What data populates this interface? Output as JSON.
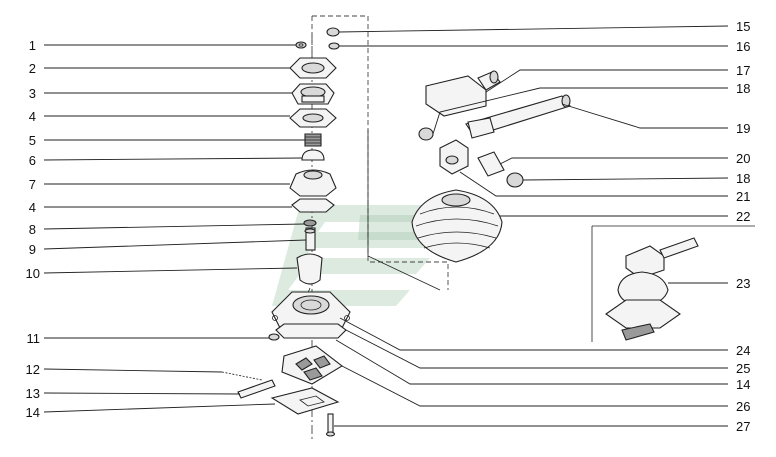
{
  "diagram": {
    "left_labels": [
      {
        "id": "l1",
        "text": "1"
      },
      {
        "id": "l2",
        "text": "2"
      },
      {
        "id": "l3",
        "text": "3"
      },
      {
        "id": "l4a",
        "text": "4"
      },
      {
        "id": "l5",
        "text": "5"
      },
      {
        "id": "l6",
        "text": "6"
      },
      {
        "id": "l7",
        "text": "7"
      },
      {
        "id": "l4b",
        "text": "4"
      },
      {
        "id": "l8",
        "text": "8"
      },
      {
        "id": "l9",
        "text": "9"
      },
      {
        "id": "l10",
        "text": "10"
      },
      {
        "id": "l11",
        "text": "11"
      },
      {
        "id": "l12",
        "text": "12"
      },
      {
        "id": "l13",
        "text": "13"
      },
      {
        "id": "l14a",
        "text": "14"
      }
    ],
    "right_labels": [
      {
        "id": "r15",
        "text": "15"
      },
      {
        "id": "r16",
        "text": "16"
      },
      {
        "id": "r17",
        "text": "17"
      },
      {
        "id": "r18a",
        "text": "18"
      },
      {
        "id": "r19",
        "text": "19"
      },
      {
        "id": "r20",
        "text": "20"
      },
      {
        "id": "r18b",
        "text": "18"
      },
      {
        "id": "r21",
        "text": "21"
      },
      {
        "id": "r22",
        "text": "22"
      },
      {
        "id": "r23",
        "text": "23"
      },
      {
        "id": "r24",
        "text": "24"
      },
      {
        "id": "r25",
        "text": "25"
      },
      {
        "id": "r14b",
        "text": "14"
      },
      {
        "id": "r26",
        "text": "26"
      },
      {
        "id": "r27",
        "text": "27"
      }
    ]
  }
}
